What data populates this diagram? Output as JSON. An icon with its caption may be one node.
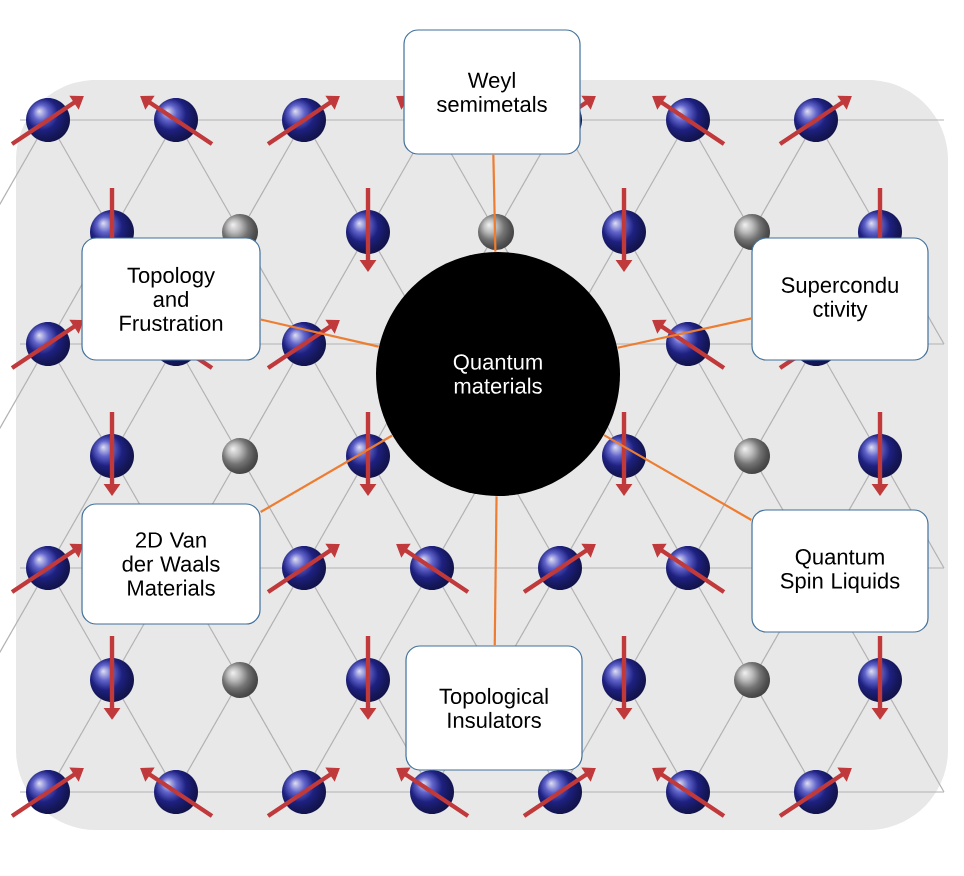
{
  "diagram": {
    "nodes": [
      {
        "text": [
          "Quantum materials"
        ]
      },
      {
        "text": [
          "Weyl semimetals"
        ]
      },
      {
        "text": [
          "Topology and Frustration"
        ]
      },
      {
        "text": [
          "Supercondu ctivity"
        ]
      },
      {
        "text": [
          "2D Van der Waals Materials"
        ]
      },
      {
        "text": [
          "Quantum Spin Liquids"
        ]
      },
      {
        "text": [
          "Topological Insulators"
        ]
      }
    ],
    "edges": [
      {
        "from": 0,
        "to": 1,
        "arrow": "none"
      },
      {
        "from": 0,
        "to": 2,
        "arrow": "none"
      },
      {
        "from": 0,
        "to": 3,
        "arrow": "none"
      },
      {
        "from": 0,
        "to": 4,
        "arrow": "none"
      },
      {
        "from": 0,
        "to": 5,
        "arrow": "none"
      },
      {
        "from": 0,
        "to": 6,
        "arrow": "none"
      }
    ]
  }
}
